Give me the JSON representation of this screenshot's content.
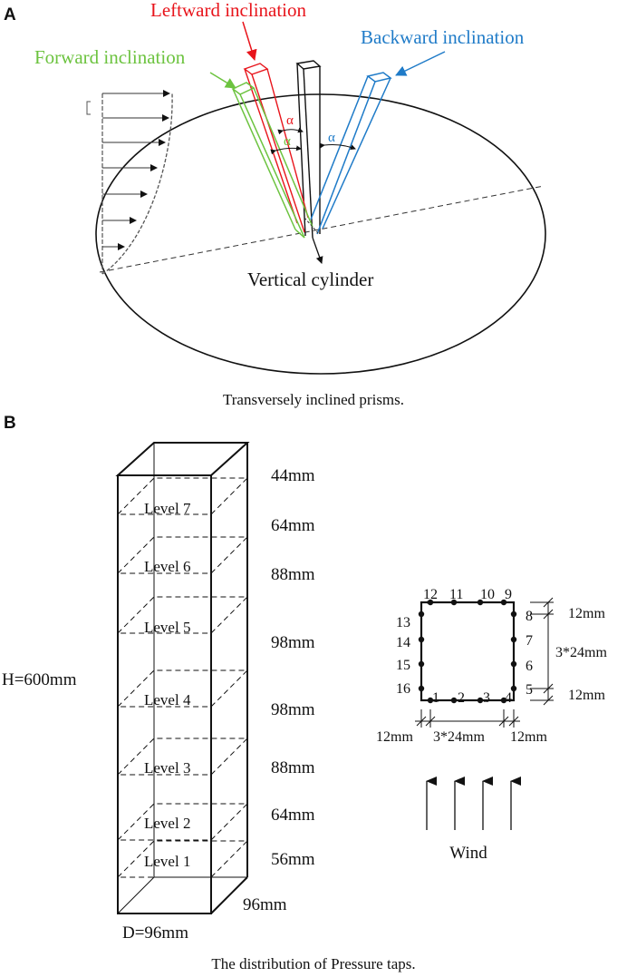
{
  "panel_a": {
    "letter": "A",
    "labels": {
      "leftward": "Leftward inclination",
      "backward": "Backward inclination",
      "forward": "Forward inclination",
      "vertical": "Vertical cylinder",
      "angle1": "α",
      "angle2": "α",
      "angle3": "α"
    },
    "caption": "Transversely inclined prisms.",
    "colors": {
      "leftward": "#e8141b",
      "backward": "#1f7bc8",
      "forward": "#6cc33f",
      "vertical": "#111111"
    }
  },
  "panel_b": {
    "letter": "B",
    "height_label": "H=600mm",
    "depth_label": "D=96mm",
    "side_label": "96mm",
    "levels": [
      "Level 7",
      "Level 6",
      "Level 5",
      "Level 4",
      "Level 3",
      "Level 2",
      "Level 1"
    ],
    "spacings": [
      "44mm",
      "64mm",
      "88mm",
      "98mm",
      "98mm",
      "88mm",
      "64mm",
      "56mm"
    ],
    "taps": [
      "1",
      "2",
      "3",
      "4",
      "5",
      "6",
      "7",
      "8",
      "9",
      "10",
      "11",
      "12",
      "13",
      "14",
      "15",
      "16"
    ],
    "tap_dims": {
      "right_top": "12mm",
      "right_mid": "3*24mm",
      "right_bottom": "12mm",
      "bottom_left": "12mm",
      "bottom_mid": "3*24mm",
      "bottom_right": "12mm"
    },
    "wind_label": "Wind",
    "caption": "The distribution of Pressure taps."
  }
}
